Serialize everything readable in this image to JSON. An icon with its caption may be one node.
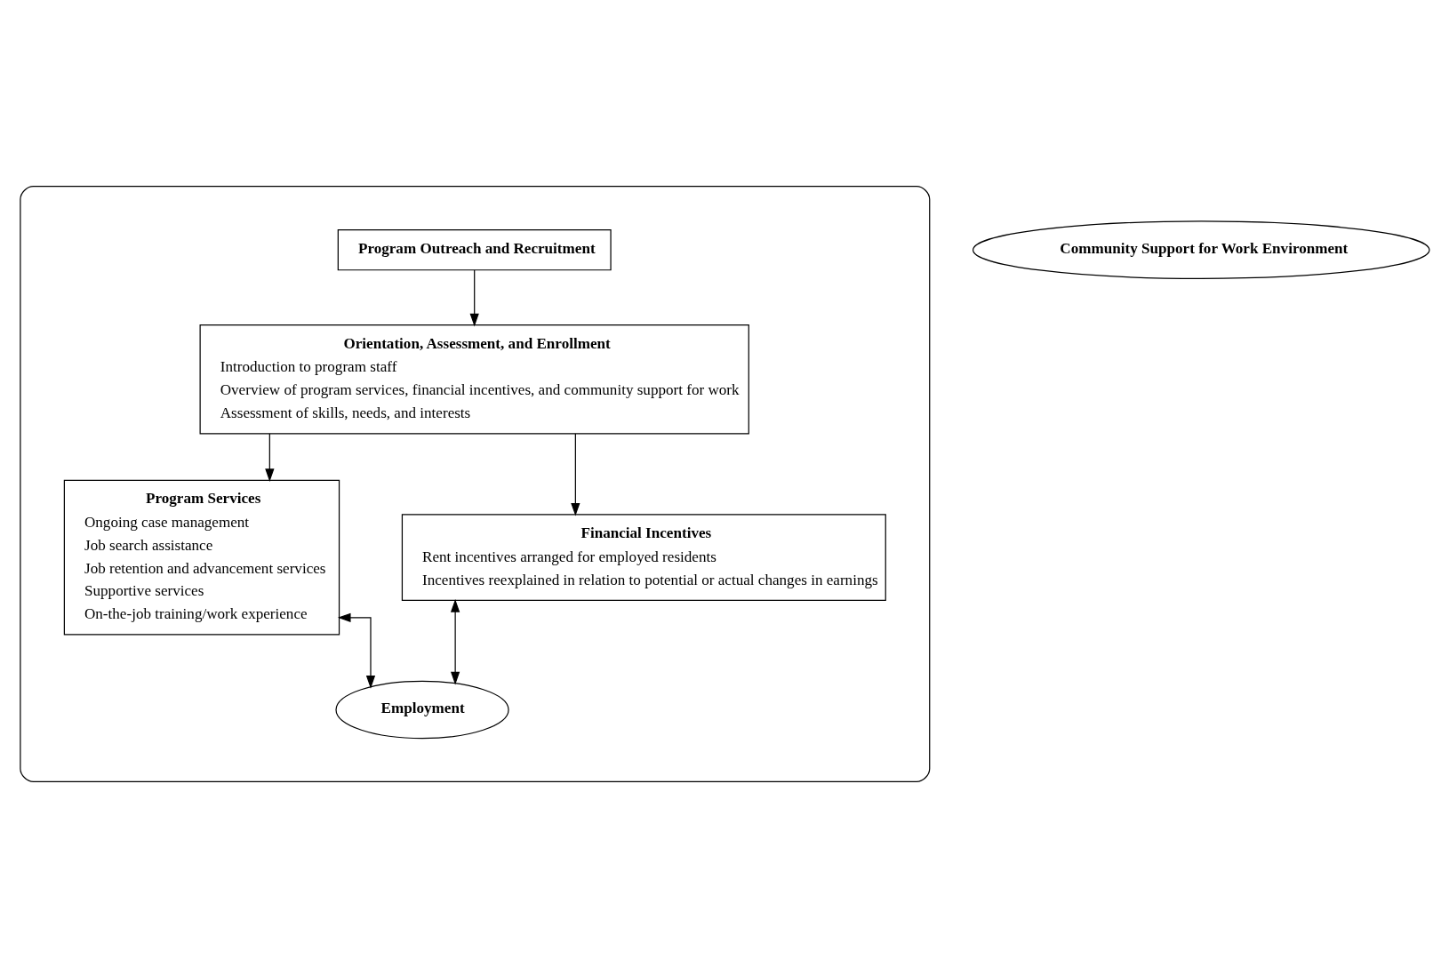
{
  "diagram": {
    "nodes": [
      {
        "text": [],
        "shape": "ellipse"
      },
      {
        "text": [
          "Program Outreach and Recruitment"
        ],
        "in": 0
      },
      {
        "text": [
          "Orientation, Assessment, and Enrollment",
          "Introduction to program staff",
          "Overview of program services, financial incentives, and community support for work",
          "Assessment of skills, needs, and interests"
        ],
        "in": 0
      },
      {
        "text": [
          "Program Services",
          "Ongoing case management",
          "Job search assistance",
          "Job retention and advancement services",
          "Supportive services",
          "On-the-job training/work experience"
        ],
        "in": 0
      },
      {
        "text": [
          "Financial Incentives",
          "Rent incentives arranged for employed residents",
          "Incentives reexplained in relation to potential or actual changes in earnings"
        ],
        "in": 0
      },
      {
        "text": [
          "Employment"
        ],
        "in": 0
      },
      {
        "text": [
          "Community Support for Work Environment"
        ]
      }
    ],
    "edges": [
      {
        "from": 1,
        "to": 2,
        "arrow": "to"
      },
      {
        "from": 2,
        "to": 3,
        "arrow": "to"
      },
      {
        "from": 2,
        "to": 4,
        "arrow": "to"
      },
      {
        "from": 3,
        "to": 5,
        "arrow": "both"
      },
      {
        "from": 4,
        "to": 5,
        "arrow": "both"
      }
    ]
  }
}
